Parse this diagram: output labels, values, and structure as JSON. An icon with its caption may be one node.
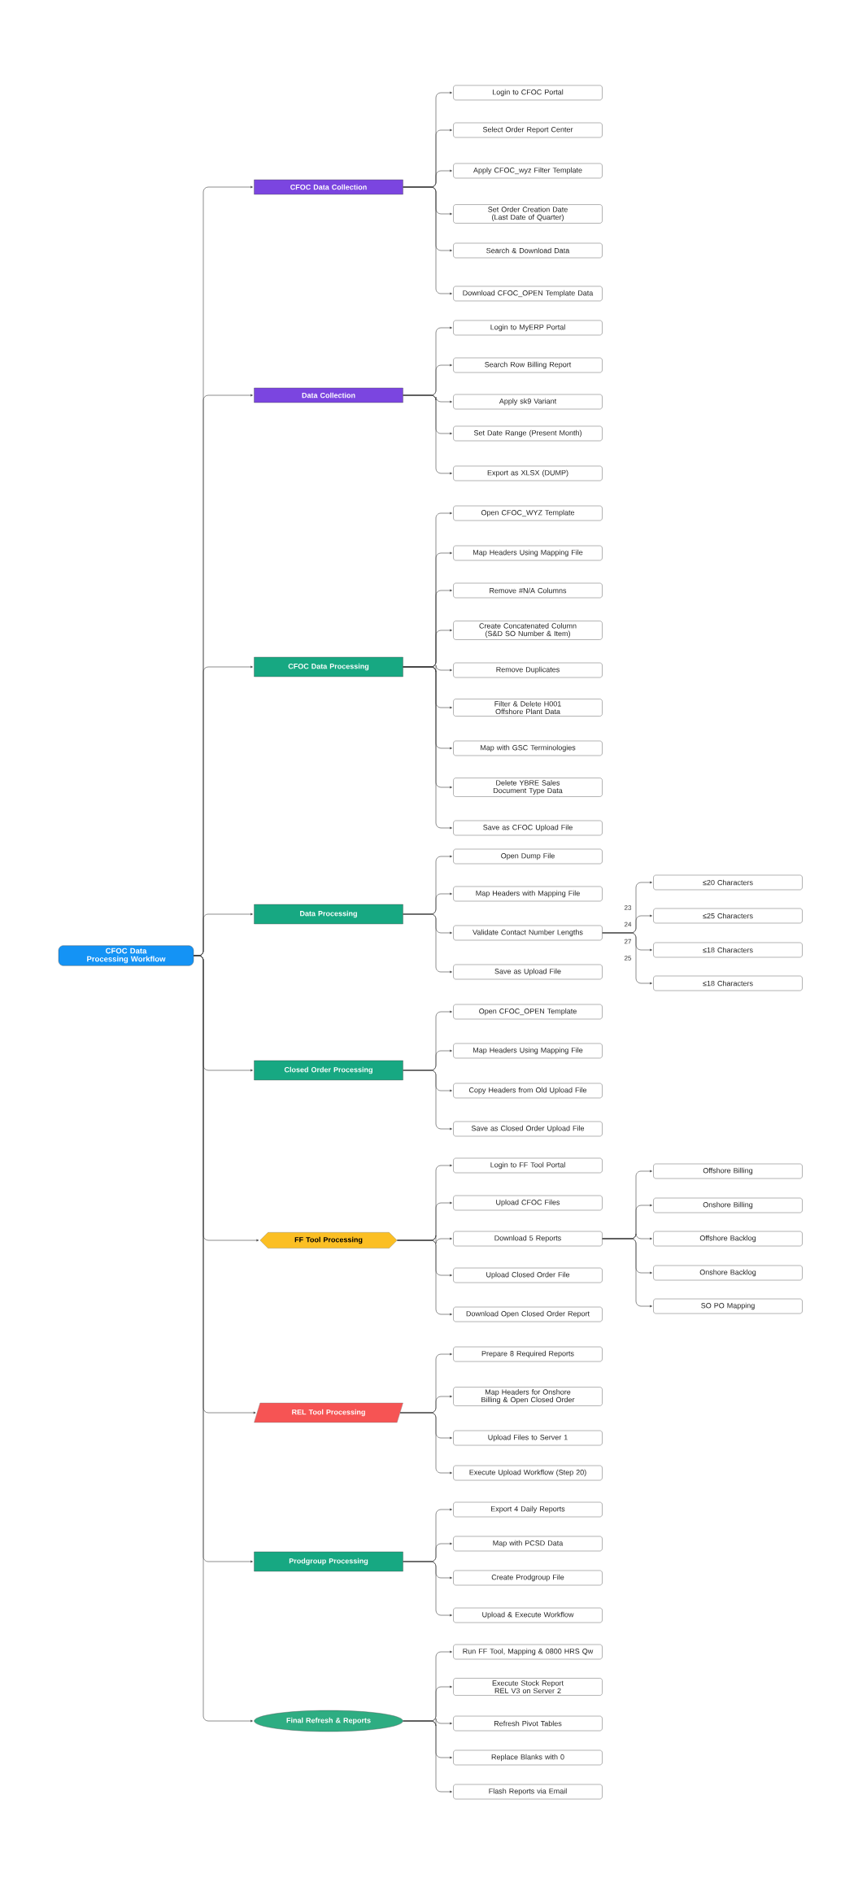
{
  "diagram": {
    "nodes": [
      {
        "text": [
          "CFOC Data Processing Workflow"
        ]
      },
      {
        "text": [
          "CFOC Data Collection"
        ]
      },
      {
        "text": [
          "Login to CFOC Portal"
        ]
      },
      {
        "text": [
          "Select Order Report Center"
        ]
      },
      {
        "text": [
          "Apply CFOC_wyz Filter Template"
        ]
      },
      {
        "text": [
          "Set Order Creation Date (Last Date of Quarter)"
        ]
      },
      {
        "text": [
          "Search & Download Data"
        ]
      },
      {
        "text": [
          "Download CFOC_OPEN Template Data"
        ]
      },
      {
        "text": [
          "Data Collection"
        ]
      },
      {
        "text": [
          "Login to MyERP Portal"
        ]
      },
      {
        "text": [
          "Search Row Billing Report"
        ]
      },
      {
        "text": [
          "Apply sk9 Variant"
        ]
      },
      {
        "text": [
          "Set Date Range (Present Month)"
        ]
      },
      {
        "text": [
          "Export as XLSX (DUMP)"
        ]
      },
      {
        "text": [
          "CFOC Data Processing"
        ]
      },
      {
        "text": [
          "Open CFOC_WYZ Template"
        ]
      },
      {
        "text": [
          "Map Headers Using Mapping File"
        ]
      },
      {
        "text": [
          "Remove #N/A Columns"
        ]
      },
      {
        "text": [
          "Create Concatenated Column (S&D SO Number & Item)"
        ]
      },
      {
        "text": [
          "Remove Duplicates"
        ]
      },
      {
        "text": [
          "Filter & Delete H001 Offshore Plant Data"
        ]
      },
      {
        "text": [
          "Map with GSC Terminologies"
        ]
      },
      {
        "text": [
          "Delete YBRE Sales Document Type Data"
        ]
      },
      {
        "text": [
          "Save as CFOC Upload File"
        ]
      },
      {
        "text": [
          "Data Processing"
        ]
      },
      {
        "text": [
          "Open Dump File"
        ]
      },
      {
        "text": [
          "Map Headers with Mapping File"
        ]
      },
      {
        "text": [
          "Validate Contact Number Lengths"
        ]
      },
      {
        "text": [
          "≤20 Characters"
        ]
      },
      {
        "text": [
          "≤25 Characters"
        ]
      },
      {
        "text": [
          "≤18 Characters"
        ]
      },
      {
        "text": [
          "≤18 Characters"
        ]
      },
      {
        "text": [
          "Save as Upload File"
        ]
      },
      {
        "text": [
          "Closed Order Processing"
        ]
      },
      {
        "text": [
          "Open CFOC_OPEN Template"
        ]
      },
      {
        "text": [
          "Map Headers Using Mapping File"
        ]
      },
      {
        "text": [
          "Copy Headers from Old Upload File"
        ]
      },
      {
        "text": [
          "Save as Closed Order Upload File"
        ]
      },
      {
        "text": [
          "FF Tool Processing"
        ]
      },
      {
        "text": [
          "Login to FF Tool Portal"
        ]
      },
      {
        "text": [
          "Upload CFOC Files"
        ]
      },
      {
        "text": [
          "Download 5 Reports"
        ]
      },
      {
        "text": [
          "Offshore Billing"
        ]
      },
      {
        "text": [
          "Onshore Billing"
        ]
      },
      {
        "text": [
          "Offshore Backlog"
        ]
      },
      {
        "text": [
          "Onshore Backlog"
        ]
      },
      {
        "text": [
          "SO PO Mapping"
        ]
      },
      {
        "text": [
          "Upload Closed Order File"
        ]
      },
      {
        "text": [
          "Download Open Closed Order Report"
        ]
      },
      {
        "text": [
          "REL Tool Processing"
        ]
      },
      {
        "text": [
          "Prepare 8 Required Reports"
        ]
      },
      {
        "text": [
          "Map Headers for Onshore Billing & Open Closed Order"
        ]
      },
      {
        "text": [
          "Upload Files to Server 1"
        ]
      },
      {
        "text": [
          "Execute Upload Workflow (Step 20)"
        ]
      },
      {
        "text": [
          "Prodgroup Processing"
        ]
      },
      {
        "text": [
          "Export 4 Daily Reports"
        ]
      },
      {
        "text": [
          "Map with PCSD Data"
        ]
      },
      {
        "text": [
          "Create Prodgroup File"
        ]
      },
      {
        "text": [
          "Upload & Execute Workflow"
        ]
      },
      {
        "text": [
          "Final Refresh & Reports"
        ]
      },
      {
        "text": [
          "Run FF Tool, Mapping & 0800 HRS Qw"
        ]
      },
      {
        "text": [
          "Execute Stock Report REL V3 on Server 2"
        ]
      },
      {
        "text": [
          "Refresh Pivot Tables"
        ]
      },
      {
        "text": [
          "Replace Blanks with 0"
        ]
      },
      {
        "text": [
          "Flash Reports via Email"
        ]
      }
    ],
    "edges": [
      {
        "from": 0,
        "to": 1,
        "arrow": "to"
      },
      {
        "from": 0,
        "to": 8,
        "arrow": "to"
      },
      {
        "from": 0,
        "to": 14,
        "arrow": "to"
      },
      {
        "from": 0,
        "to": 24,
        "arrow": "to"
      },
      {
        "from": 0,
        "to": 33,
        "arrow": "to"
      },
      {
        "from": 0,
        "to": 38,
        "arrow": "to"
      },
      {
        "from": 0,
        "to": 49,
        "arrow": "to"
      },
      {
        "from": 0,
        "to": 54,
        "arrow": "to"
      },
      {
        "from": 0,
        "to": 59,
        "arrow": "to"
      },
      {
        "from": 1,
        "to": 2,
        "arrow": "to"
      },
      {
        "from": 1,
        "to": 3,
        "arrow": "to"
      },
      {
        "from": 1,
        "to": 4,
        "arrow": "to"
      },
      {
        "from": 1,
        "to": 5,
        "arrow": "to"
      },
      {
        "from": 1,
        "to": 6,
        "arrow": "to"
      },
      {
        "from": 1,
        "to": 7,
        "arrow": "to"
      },
      {
        "from": 8,
        "to": 9,
        "arrow": "to"
      },
      {
        "from": 8,
        "to": 10,
        "arrow": "to"
      },
      {
        "from": 8,
        "to": 11,
        "arrow": "to"
      },
      {
        "from": 8,
        "to": 12,
        "arrow": "to"
      },
      {
        "from": 8,
        "to": 13,
        "arrow": "to"
      },
      {
        "from": 14,
        "to": 15,
        "arrow": "to"
      },
      {
        "from": 14,
        "to": 16,
        "arrow": "to"
      },
      {
        "from": 14,
        "to": 17,
        "arrow": "to"
      },
      {
        "from": 14,
        "to": 18,
        "arrow": "to"
      },
      {
        "from": 14,
        "to": 19,
        "arrow": "to"
      },
      {
        "from": 14,
        "to": 20,
        "arrow": "to"
      },
      {
        "from": 14,
        "to": 21,
        "arrow": "to"
      },
      {
        "from": 14,
        "to": 22,
        "arrow": "to"
      },
      {
        "from": 14,
        "to": 23,
        "arrow": "to"
      },
      {
        "from": 24,
        "to": 25,
        "arrow": "to"
      },
      {
        "from": 24,
        "to": 26,
        "arrow": "to"
      },
      {
        "from": 24,
        "to": 27,
        "arrow": "to"
      },
      {
        "from": 27,
        "to": 28,
        "arrow": "to",
        "label": "23"
      },
      {
        "from": 27,
        "to": 29,
        "arrow": "to",
        "label": "24"
      },
      {
        "from": 27,
        "to": 30,
        "arrow": "to",
        "label": "27"
      },
      {
        "from": 27,
        "to": 31,
        "arrow": "to",
        "label": "25"
      },
      {
        "from": 24,
        "to": 32,
        "arrow": "to"
      },
      {
        "from": 33,
        "to": 34,
        "arrow": "to"
      },
      {
        "from": 33,
        "to": 35,
        "arrow": "to"
      },
      {
        "from": 33,
        "to": 36,
        "arrow": "to"
      },
      {
        "from": 33,
        "to": 37,
        "arrow": "to"
      },
      {
        "from": 38,
        "to": 39,
        "arrow": "to"
      },
      {
        "from": 38,
        "to": 40,
        "arrow": "to"
      },
      {
        "from": 38,
        "to": 41,
        "arrow": "to"
      },
      {
        "from": 41,
        "to": 42,
        "arrow": "to"
      },
      {
        "from": 41,
        "to": 43,
        "arrow": "to"
      },
      {
        "from": 41,
        "to": 44,
        "arrow": "to"
      },
      {
        "from": 41,
        "to": 45,
        "arrow": "to"
      },
      {
        "from": 41,
        "to": 46,
        "arrow": "to"
      },
      {
        "from": 38,
        "to": 47,
        "arrow": "to"
      },
      {
        "from": 38,
        "to": 48,
        "arrow": "to"
      },
      {
        "from": 49,
        "to": 50,
        "arrow": "to"
      },
      {
        "from": 49,
        "to": 51,
        "arrow": "to"
      },
      {
        "from": 49,
        "to": 52,
        "arrow": "to"
      },
      {
        "from": 49,
        "to": 53,
        "arrow": "to"
      },
      {
        "from": 54,
        "to": 55,
        "arrow": "to"
      },
      {
        "from": 54,
        "to": 56,
        "arrow": "to"
      },
      {
        "from": 54,
        "to": 57,
        "arrow": "to"
      },
      {
        "from": 54,
        "to": 58,
        "arrow": "to"
      },
      {
        "from": 59,
        "to": 60,
        "arrow": "to"
      },
      {
        "from": 59,
        "to": 61,
        "arrow": "to"
      },
      {
        "from": 59,
        "to": 62,
        "arrow": "to"
      },
      {
        "from": 59,
        "to": 63,
        "arrow": "to"
      },
      {
        "from": 59,
        "to": 64,
        "arrow": "to"
      }
    ]
  }
}
